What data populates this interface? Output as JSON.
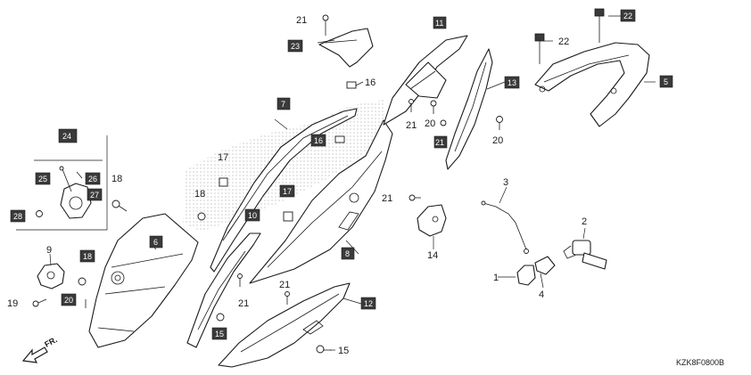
{
  "diagram": {
    "reference_code": "KZK8F0800B",
    "direction_label": "FR.",
    "callouts": {
      "c1": "1",
      "c2": "2",
      "c3": "3",
      "c4": "4",
      "c5": "5",
      "c6": "6",
      "c7": "7",
      "c8": "8",
      "c9": "9",
      "c10": "10",
      "c11": "11",
      "c12": "12",
      "c13": "13",
      "c14": "14",
      "c15": "15",
      "c15b": "15",
      "c16": "16",
      "c16b": "16",
      "c17": "17",
      "c17b": "17",
      "c18": "18",
      "c18b": "18",
      "c18c": "18",
      "c19": "19",
      "c20": "20",
      "c20b": "20",
      "c20c": "20",
      "c21": "21",
      "c21b": "21",
      "c21c": "21",
      "c21d": "21",
      "c21e": "21",
      "c21f": "21",
      "c22": "22",
      "c22b": "22",
      "c23": "23",
      "c24": "24",
      "c25": "25",
      "c26": "26",
      "c27": "27",
      "c28": "28"
    }
  }
}
